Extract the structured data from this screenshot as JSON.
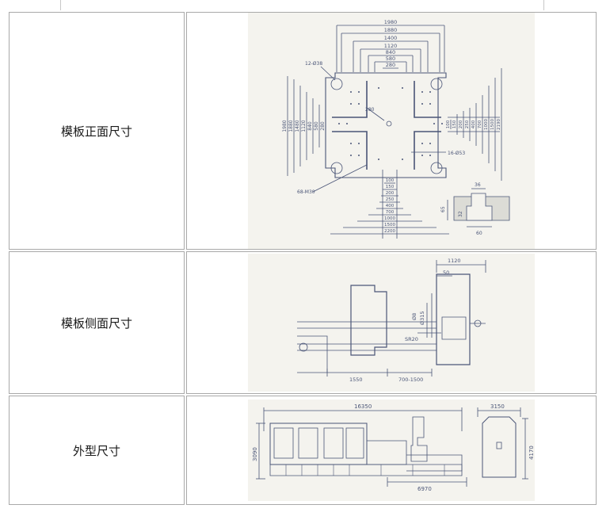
{
  "rows": [
    {
      "label": "模板正面尺寸",
      "drawing": {
        "horizontal_dims": [
          "1980",
          "1880",
          "1400",
          "1120",
          "840",
          "580",
          "280"
        ],
        "vertical_dims": [
          "1980",
          "1880",
          "1480",
          "1120",
          "840",
          "580",
          "280"
        ],
        "right_dims": [
          "100",
          "150",
          "200",
          "250",
          "400",
          "700",
          "1000",
          "1500",
          "2190"
        ],
        "bottom_dims": [
          "100",
          "150",
          "200",
          "250",
          "400",
          "700",
          "1000",
          "1500",
          "2200"
        ],
        "callouts": {
          "bolt_holes": "12-Ø38",
          "center_gap": "280",
          "nozzle_holes": "16-Ø53",
          "tapped_holes": "68-M30"
        },
        "detail_dims": {
          "top": "36",
          "left": "65",
          "left_inner": "32",
          "bottom": "60"
        }
      }
    },
    {
      "label": "模板侧面尺寸",
      "drawing": {
        "dims": {
          "top": "1120",
          "offset": "50",
          "dia_small": "Ø8",
          "dia_large": "Ø315",
          "radius": "SR20",
          "base": "1550",
          "stroke": "700-1500"
        }
      }
    },
    {
      "label": "外型尺寸",
      "drawing": {
        "dims": {
          "length": "16350",
          "height": "3090",
          "width": "3150",
          "end_height": "4170",
          "unit_length": "6970"
        }
      }
    }
  ],
  "colors": {
    "line": "#4a5577",
    "frame": "#f4f3ee",
    "border": "#a9a9a9"
  }
}
